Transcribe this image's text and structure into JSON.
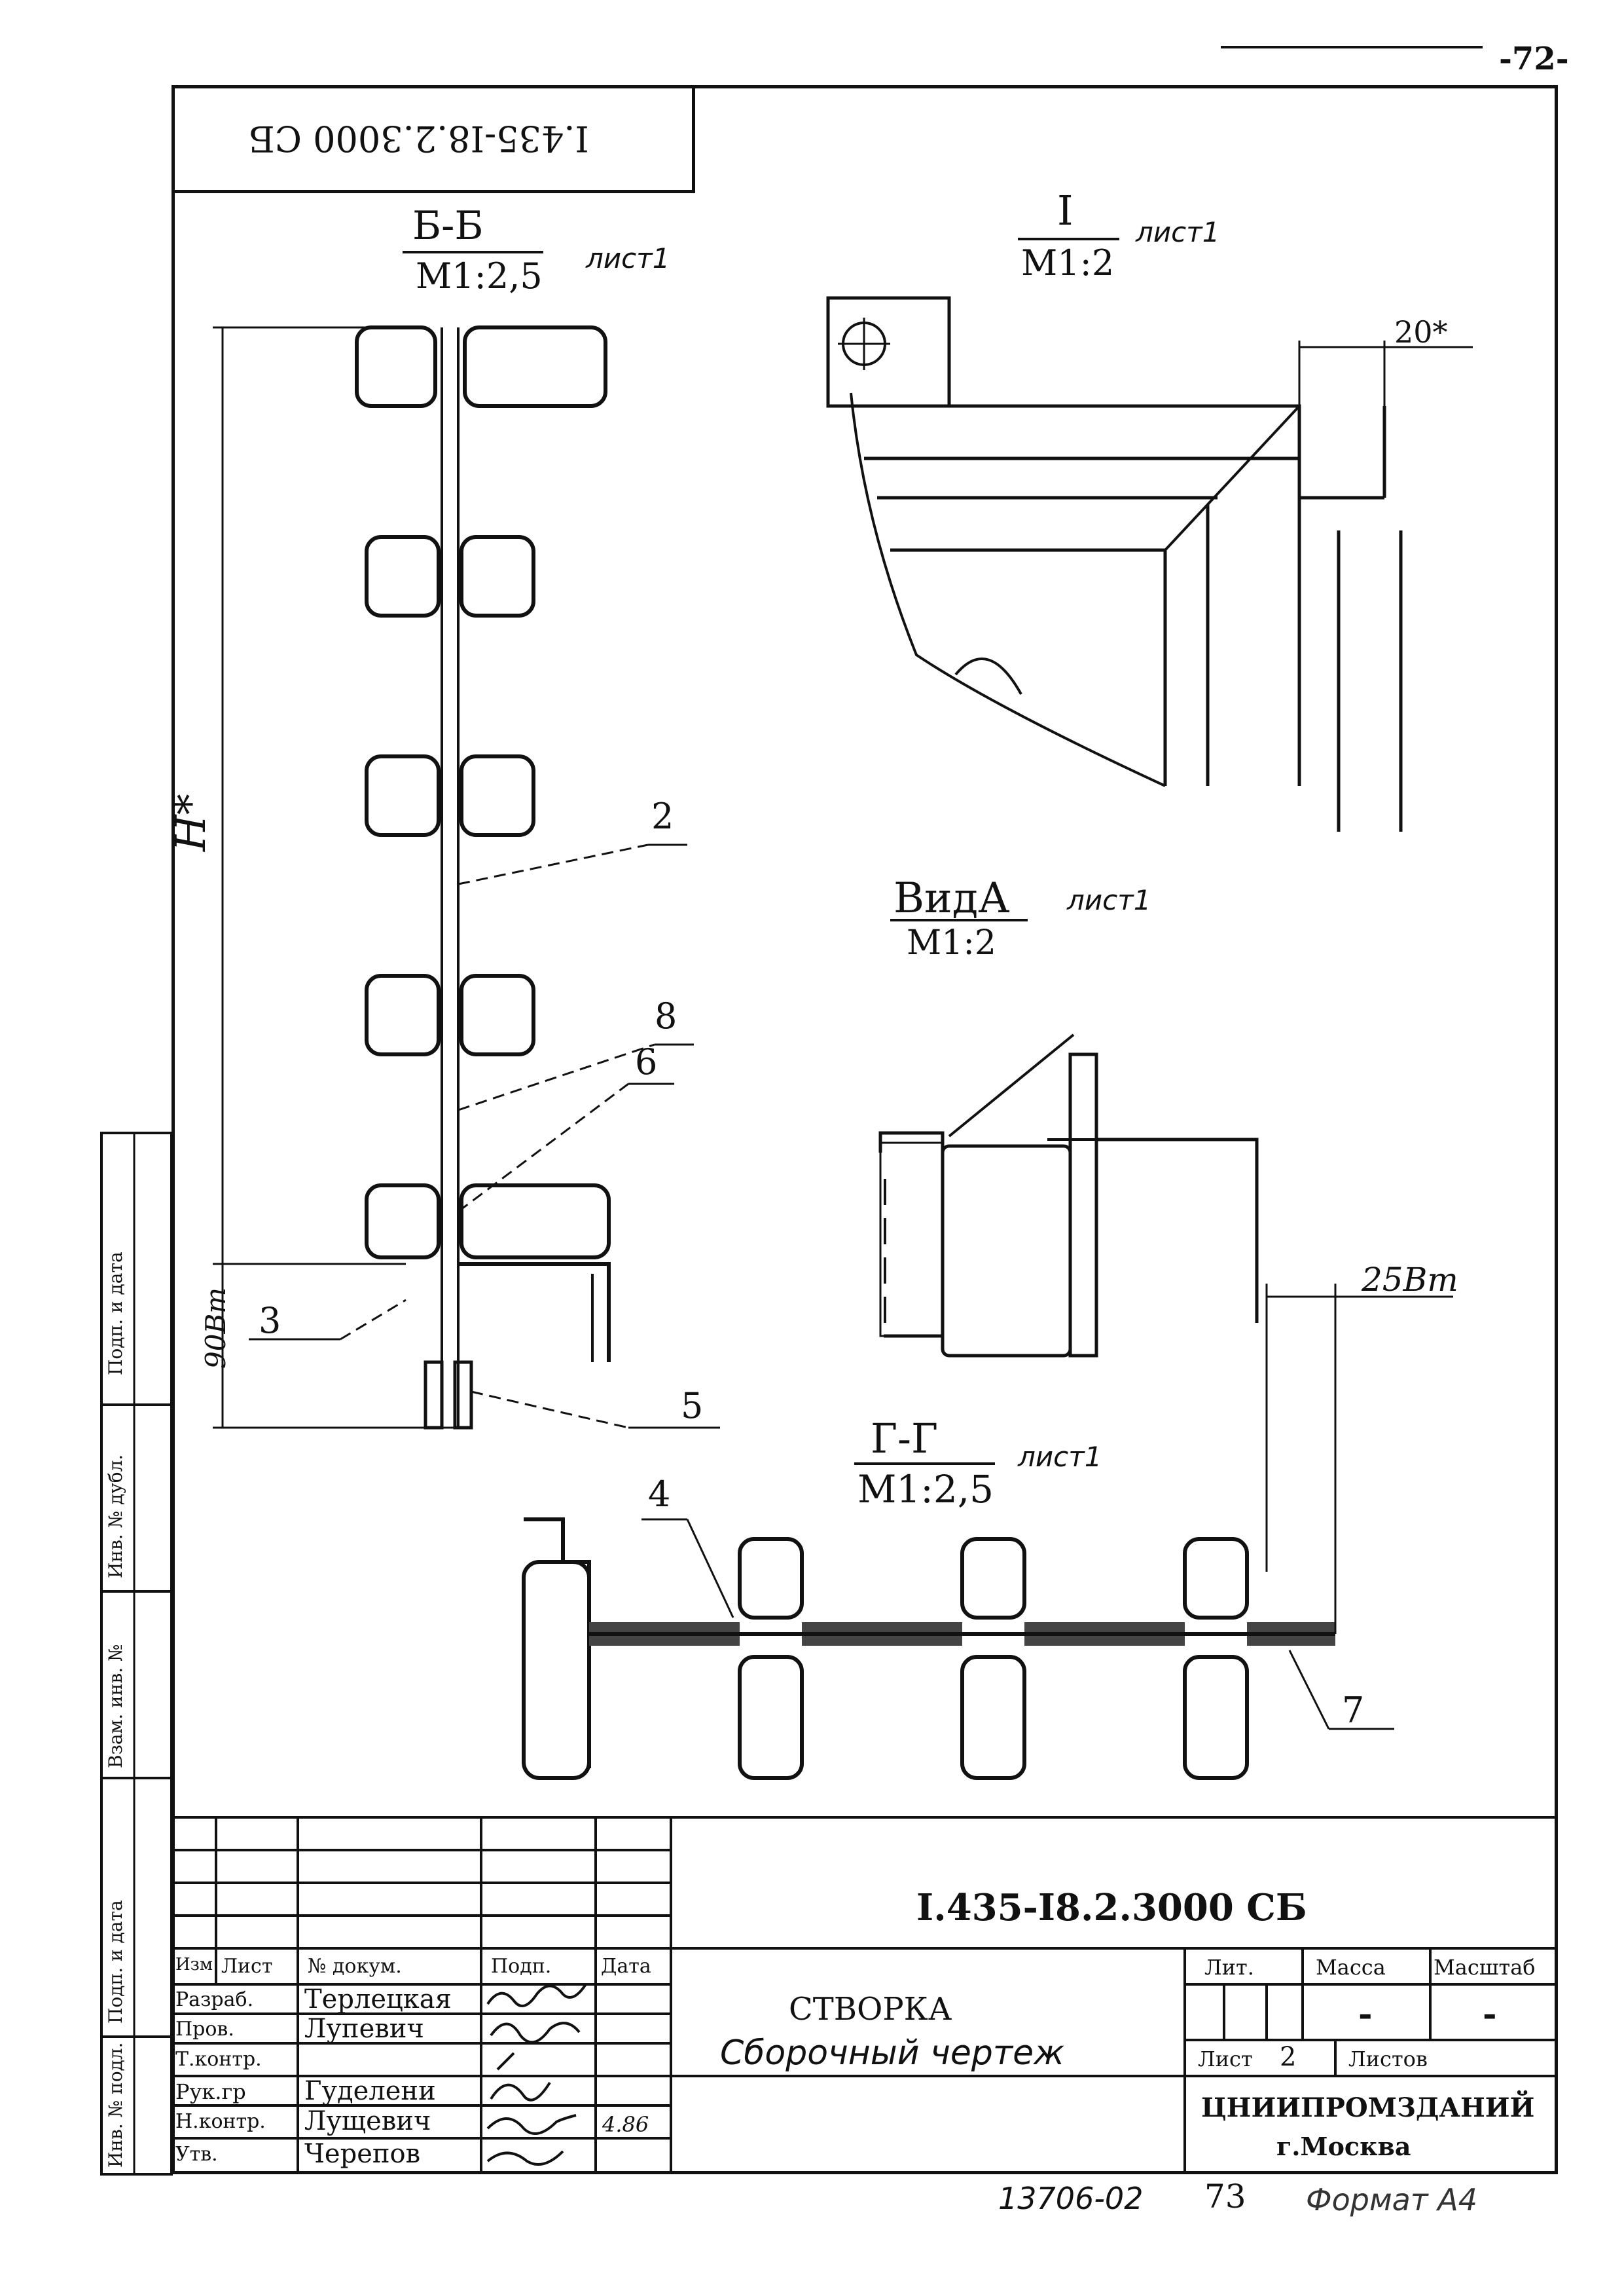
{
  "page_number": "-72-",
  "doc_code_top_rotated": "I.435-I8.2.3000 СБ",
  "views": {
    "section_bb": {
      "title": "Б-Б",
      "scale": "М1:2,5",
      "sheet": "лист1"
    },
    "detail_i": {
      "title": "I",
      "scale": "М1:2",
      "sheet": "лист1"
    },
    "view_a": {
      "title": "ВидА",
      "scale": "М1:2",
      "sheet": "лист1"
    },
    "section_gg": {
      "title": "Г-Г",
      "scale": "М1:2,5",
      "sheet": "лист1"
    }
  },
  "dimensions": {
    "height": "H*",
    "bottom_gap": "90Bт",
    "detail_width": "20*",
    "side_offset": "25Bт"
  },
  "callouts": [
    "2",
    "8",
    "6",
    "3",
    "5",
    "4",
    "7"
  ],
  "side_stamp": [
    "Подп. и дата",
    "Взам. инв. №",
    "Инв. № дубл.",
    "Подп. и дата",
    "Инв. № подл."
  ],
  "title_block": {
    "doc_code": "I.435-I8.2.3000 СБ",
    "headers": {
      "izm": "Изм",
      "list": "Лист",
      "doc_no": "№ докум.",
      "sign": "Подп.",
      "date": "Дата"
    },
    "roles": [
      {
        "role": "Разраб.",
        "name": "Терлецкая"
      },
      {
        "role": "Пров.",
        "name": "Лупевич"
      },
      {
        "role": "Т.контр.",
        "name": ""
      },
      {
        "role": "Рук.гр",
        "name": "Гуделени"
      },
      {
        "role": "Н.контр.",
        "name": "Лущевич"
      },
      {
        "role": "Утв.",
        "name": "Черепов"
      }
    ],
    "signature_date": "4.86",
    "product_name": "СТВОРКА",
    "doc_type": "Сборочный чертеж",
    "lit_label": "Лит.",
    "mass_label": "Масса",
    "scale_label": "Масштаб",
    "mass_value": "-",
    "scale_value": "-",
    "sheet_label": "Лист",
    "sheet_no": "2",
    "sheets_label": "Листов",
    "org_name": "ЦНИИПРОМЗДАНИЙ",
    "org_city": "г.Москва"
  },
  "footer": {
    "archive_no": "13706-02",
    "page_no": "73",
    "format": "Формат А4"
  }
}
